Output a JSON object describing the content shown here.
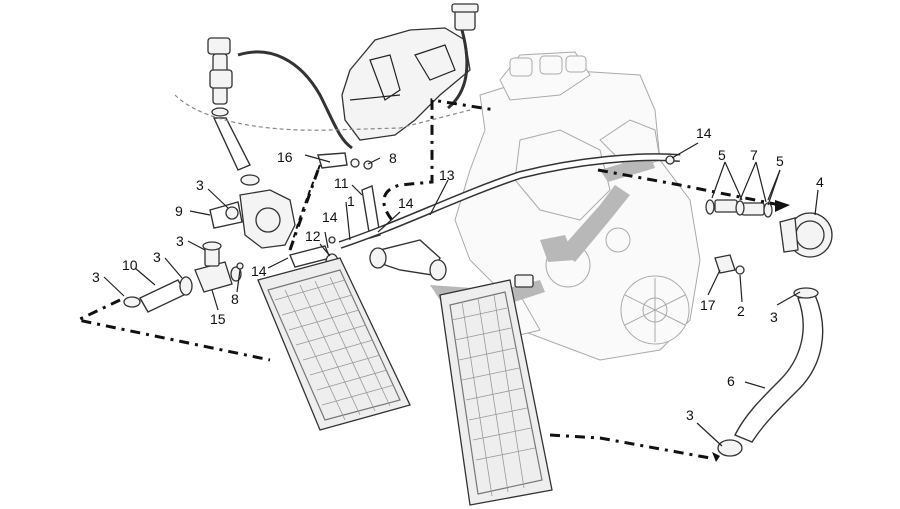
{
  "labels": [
    {
      "id": "1",
      "text": "1"
    },
    {
      "id": "2",
      "text": "2"
    },
    {
      "id": "3a",
      "text": "3"
    },
    {
      "id": "3b",
      "text": "3"
    },
    {
      "id": "3c",
      "text": "3"
    },
    {
      "id": "3d",
      "text": "3"
    },
    {
      "id": "3e",
      "text": "3"
    },
    {
      "id": "3f",
      "text": "3"
    },
    {
      "id": "4",
      "text": "4"
    },
    {
      "id": "5a",
      "text": "5"
    },
    {
      "id": "5b",
      "text": "5"
    },
    {
      "id": "6",
      "text": "6"
    },
    {
      "id": "7",
      "text": "7"
    },
    {
      "id": "8a",
      "text": "8"
    },
    {
      "id": "8b",
      "text": "8"
    },
    {
      "id": "9",
      "text": "9"
    },
    {
      "id": "10",
      "text": "10"
    },
    {
      "id": "11",
      "text": "11"
    },
    {
      "id": "12",
      "text": "12"
    },
    {
      "id": "13",
      "text": "13"
    },
    {
      "id": "14a",
      "text": "14"
    },
    {
      "id": "14b",
      "text": "14"
    },
    {
      "id": "14c",
      "text": "14"
    },
    {
      "id": "14d",
      "text": "14"
    },
    {
      "id": "15",
      "text": "15"
    },
    {
      "id": "16",
      "text": "16"
    },
    {
      "id": "17",
      "text": "17"
    }
  ]
}
